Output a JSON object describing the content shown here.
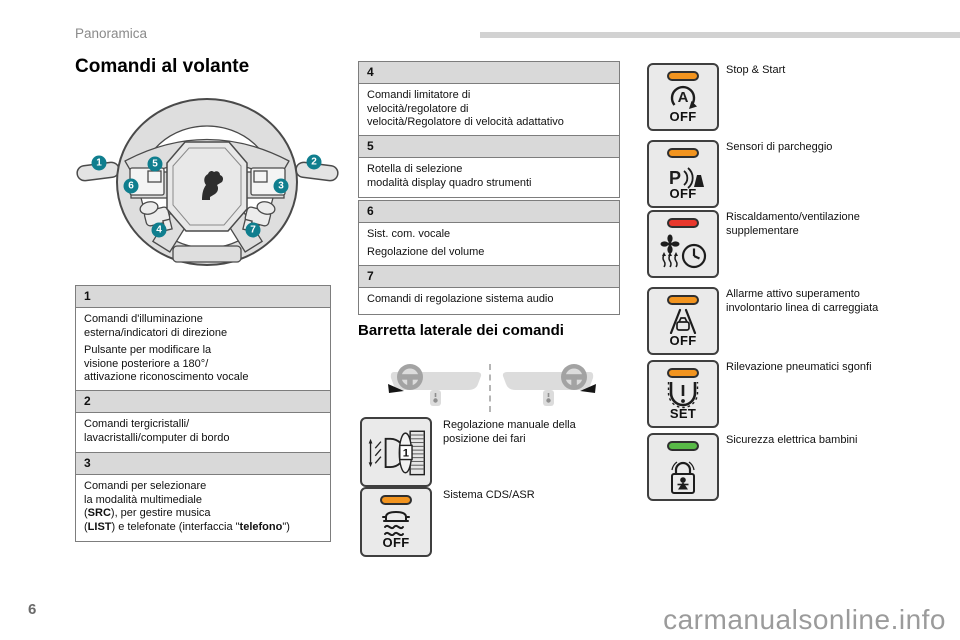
{
  "page": {
    "section_label": "Panoramica",
    "page_number": "6",
    "watermark": "carmanualsonline.info"
  },
  "headings": {
    "steering": "Comandi al volante",
    "sidebar": "Barretta laterale dei comandi"
  },
  "colors": {
    "callout_teal": "#0f7e8e",
    "led_orange": "#f2941f",
    "led_red": "#e8372c",
    "led_green": "#58b947",
    "table_header_gray": "#d9d9d9",
    "stripe_gray": "#d2d2d2"
  },
  "steering_diagram": {
    "callouts": [
      "1",
      "2",
      "3",
      "4",
      "5",
      "6",
      "7"
    ]
  },
  "tables": [
    {
      "num": "1",
      "paras": [
        "Comandi d'illuminazione\nesterna/indicatori di direzione",
        "Pulsante per modificare la\nvisione posteriore a 180°/\nattivazione riconoscimento vocale"
      ]
    },
    {
      "num": "2",
      "paras": [
        "Comandi tergicristalli/\nlavacristalli/computer di bordo"
      ]
    },
    {
      "num": "3",
      "segments": [
        {
          "t": "Comandi per selezionare\nla modalità multimediale\n("
        },
        {
          "t": "SRC",
          "b": true
        },
        {
          "t": "), per gestire musica\n("
        },
        {
          "t": "LIST",
          "b": true
        },
        {
          "t": ") e telefonate (interfaccia \""
        },
        {
          "t": "telefono",
          "b": true
        },
        {
          "t": "\")"
        }
      ]
    },
    {
      "num": "4",
      "paras": [
        "Comandi limitatore di\nvelocità/regolatore di\nvelocità/Regolatore di velocità adattativo"
      ]
    },
    {
      "num": "5",
      "paras": [
        "Rotella di selezione\nmodalità display quadro strumenti"
      ]
    },
    {
      "num": "6",
      "paras": [
        "Sist. com. vocale",
        "Regolazione del volume"
      ]
    },
    {
      "num": "7",
      "paras": [
        "Comandi di regolazione sistema audio"
      ]
    }
  ],
  "sidebar_section": {
    "items": [
      {
        "icon": "headlamp-leveling-dial",
        "dial_value": "1",
        "label": "Regolazione manuale della\nposizione dei fari"
      },
      {
        "icon": "esc-asr-button",
        "led": "orange",
        "sub": "OFF",
        "label": "Sistema CDS/ASR"
      }
    ]
  },
  "controls_column": {
    "items": [
      {
        "icon": "stop-start-button",
        "led": "orange",
        "glyph": "A",
        "sub": "OFF",
        "label": "Stop & Start"
      },
      {
        "icon": "parking-sensors-button",
        "led": "orange",
        "glyph": "P",
        "sub": "OFF",
        "label": "Sensori di parcheggio"
      },
      {
        "icon": "auxiliary-heating-button",
        "led": "red",
        "label": "Riscaldamento/ventilazione\nsupplementare"
      },
      {
        "icon": "lane-departure-button",
        "led": "orange",
        "sub": "OFF",
        "label": "Allarme attivo superamento\ninvolontario linea di carreggiata"
      },
      {
        "icon": "tyre-deflation-button",
        "led": "orange",
        "sub": "SET",
        "label": "Rilevazione pneumatici sgonfi"
      },
      {
        "icon": "child-safety-button",
        "led": "green",
        "label": "Sicurezza elettrica bambini"
      }
    ]
  }
}
